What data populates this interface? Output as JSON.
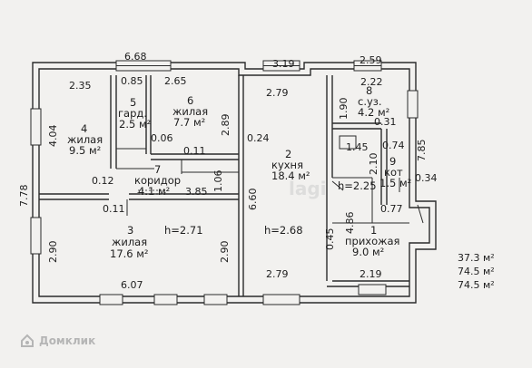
{
  "rooms": [
    {
      "num": "1",
      "name": "прихожая",
      "area": "9.0 м²"
    },
    {
      "num": "2",
      "name": "кухня",
      "area": "18.4 м²"
    },
    {
      "num": "3",
      "name": "жилая",
      "area": "17.6 м²"
    },
    {
      "num": "4",
      "name": "жилая",
      "area": "9.5 м²"
    },
    {
      "num": "5",
      "name": "гард.",
      "area": "2.5 м²"
    },
    {
      "num": "6",
      "name": "жилая",
      "area": "7.7 м²"
    },
    {
      "num": "7",
      "name": "коридор",
      "area": "4.1 м²"
    },
    {
      "num": "8",
      "name": "с.уз.",
      "area": "4.2 м²"
    },
    {
      "num": "9",
      "name": "кот",
      "area": "1.5 м²"
    }
  ],
  "heights": [
    "h=2.71",
    "h=2.68",
    "h=2.25"
  ],
  "dimensions": {
    "d668": "6.68",
    "d319": "3.19",
    "d259": "2.59",
    "d235": "2.35",
    "d085": "0.85",
    "d265": "2.65",
    "d279a": "2.79",
    "d222": "2.22",
    "d190": "1.90",
    "d404": "4.04",
    "d031": "0.31",
    "d289": "2.89",
    "d006": "0.06",
    "d011a": "0.11",
    "d024": "0.24",
    "d145": "1.45",
    "d074": "0.74",
    "d785": "7.85",
    "d778": "7.78",
    "d210": "2.10",
    "d660": "6.60",
    "d106": "1.06",
    "d034": "0.34",
    "d012": "0.12",
    "d385": "3.85",
    "d011b": "0.11",
    "d486": "4.86",
    "d077": "0.77",
    "d290a": "2.90",
    "d290b": "2.90",
    "d045": "0.45",
    "d607": "6.07",
    "d279b": "2.79",
    "d219": "2.19"
  },
  "totals": [
    "37.3 м²",
    "74.5 м²",
    "74.5 м²"
  ],
  "watermark": "Домклик"
}
